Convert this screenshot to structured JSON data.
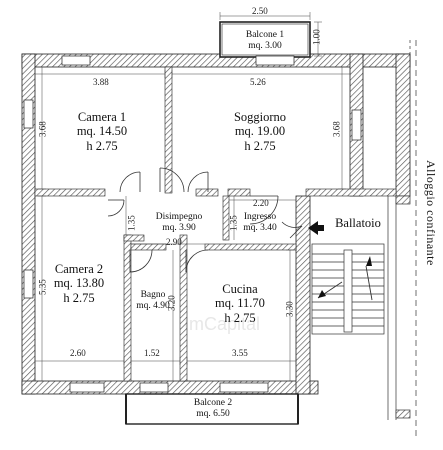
{
  "rooms": {
    "balcone1": {
      "name": "Balcone 1",
      "area": "mq. 3.00"
    },
    "camera1": {
      "name": "Camera 1",
      "area": "mq. 14.50",
      "height": "h 2.75"
    },
    "soggiorno": {
      "name": "Soggiorno",
      "area": "mq. 19.00",
      "height": "h 2.75"
    },
    "disimpegno": {
      "name": "Disimpegno",
      "area": "mq. 3.90"
    },
    "ingresso": {
      "name": "Ingresso",
      "area": "mq. 3.40"
    },
    "ballatoio": {
      "name": "Ballatoio"
    },
    "camera2": {
      "name": "Camera 2",
      "area": "mq. 13.80",
      "height": "h 2.75"
    },
    "bagno": {
      "name": "Bagno",
      "area": "mq. 4.90"
    },
    "cucina": {
      "name": "Cucina",
      "area": "mq. 11.70",
      "height": "h 2.75"
    },
    "balcone2": {
      "name": "Balcone 2",
      "area": "mq. 6.50"
    }
  },
  "dimensions": {
    "balcone1_w": "2.50",
    "balcone1_d": "1.00",
    "camera1_w": "3.88",
    "soggiorno_w": "5.26",
    "camera1_h": "3.68",
    "soggiorno_h": "3.68",
    "ingresso_w": "2.20",
    "disimpegno_d": "1.35",
    "ingresso_d": "1.35",
    "disimpegno_w": "2.90",
    "camera2_h": "5.35",
    "bagno_h": "3.20",
    "cucina_h": "3.30",
    "camera2_w": "2.60",
    "bagno_w": "1.52",
    "cucina_w": "3.55"
  },
  "side_text": "Alloggio confinante",
  "watermark": "ImCapital"
}
